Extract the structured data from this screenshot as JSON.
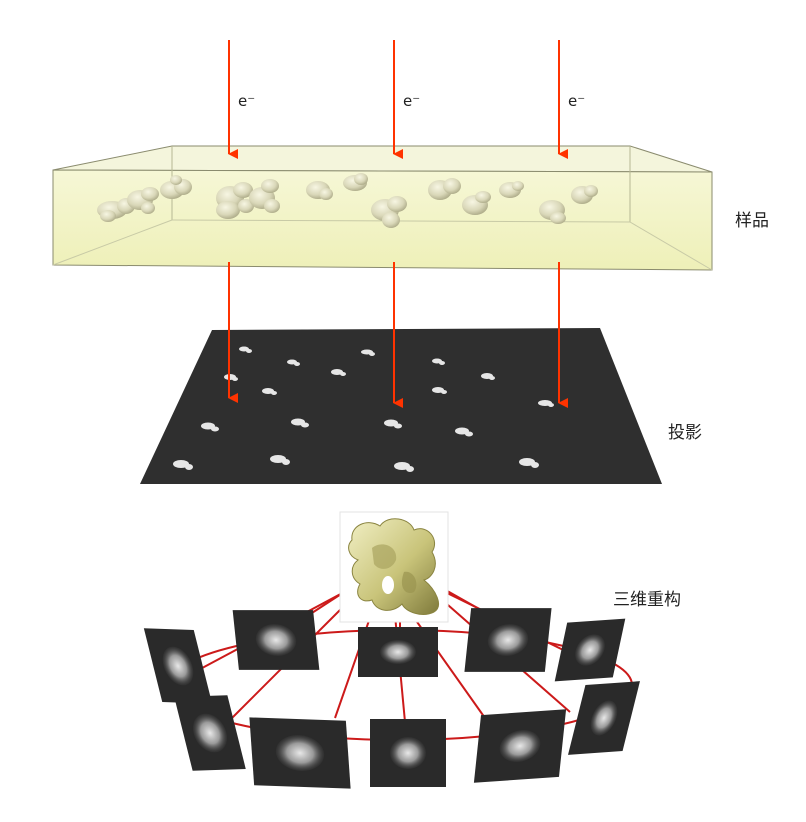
{
  "electron_label": "e⁻",
  "stages": {
    "sample": "样品",
    "projection": "投影",
    "reconstruction": "三维重构"
  },
  "colors": {
    "beam": "#ff3300",
    "tank_fill": "#f3f5c6",
    "tank_edge": "#8a8b6e",
    "film": "#2f2f2f",
    "ring": "#cc1a1a",
    "model": "#cdca8a"
  },
  "icons": {
    "particle": "protein-particle-icon",
    "projection_spot": "particle-projection-icon",
    "model": "3d-density-map-icon"
  }
}
